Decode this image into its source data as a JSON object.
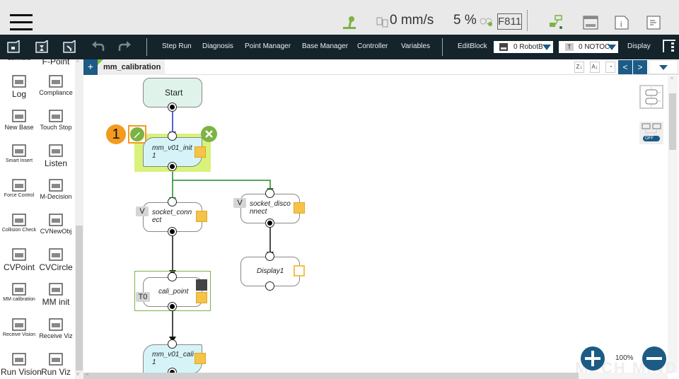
{
  "topbar": {
    "speed": "0 mm/s",
    "speed_percent": "5 %",
    "tool_code": "F811",
    "icons": [
      "menu-icon",
      "robot-arm-icon",
      "speed-icon",
      "zoom-toggle-icon",
      "connection-icon",
      "keyboard-icon",
      "info-icon",
      "log-icon"
    ]
  },
  "toolbar": {
    "items": [
      "Step Run",
      "Diagnosis",
      "Point Manager",
      "Base Manager",
      "Controller",
      "Variables"
    ],
    "edit_block": "EditBlock",
    "robot_base_select": "0 RobotB",
    "tool_select": "0 NOTOC",
    "tool_badge": "T",
    "display": "Display"
  },
  "sidebar": {
    "items": [
      {
        "label": "Command",
        "icon": "command-icon"
      },
      {
        "label": "F-Point",
        "icon": "f-point-icon"
      },
      {
        "label": "Log",
        "icon": "log-icon"
      },
      {
        "label": "Compliance",
        "icon": "compliance-icon"
      },
      {
        "label": "New Base",
        "icon": "new-base-icon"
      },
      {
        "label": "Touch Stop",
        "icon": "touch-stop-icon"
      },
      {
        "label": "Smart Insert",
        "icon": "smart-insert-icon"
      },
      {
        "label": "Listen",
        "icon": "listen-icon"
      },
      {
        "label": "Force Control",
        "icon": "force-control-icon"
      },
      {
        "label": "M-Decision",
        "icon": "m-decision-icon"
      },
      {
        "label": "Collision Check",
        "icon": "collision-check-icon"
      },
      {
        "label": "CVNewObj",
        "icon": "cv-new-obj-icon"
      },
      {
        "label": "CVPoint",
        "icon": "cv-point-icon"
      },
      {
        "label": "CVCircle",
        "icon": "cv-circle-icon"
      },
      {
        "label": "MM calibration",
        "icon": "mm-calibration-icon"
      },
      {
        "label": "MM init",
        "icon": "mm-init-icon"
      },
      {
        "label": "Receive Vision",
        "icon": "receive-vision-icon"
      },
      {
        "label": "Receive Viz",
        "icon": "receive-viz-icon"
      },
      {
        "label": "Run Vision",
        "icon": "run-vision-icon"
      },
      {
        "label": "Run Viz",
        "icon": "run-viz-icon"
      }
    ]
  },
  "tabs": {
    "add": "+",
    "active": "mm_calibration",
    "sort_az": "Z↓A",
    "sort_za": "A↓Z",
    "prev": "<",
    "next": ">"
  },
  "flow": {
    "start": "Start",
    "step_number": "1",
    "nodes": [
      {
        "name": "mm_v01_init1",
        "line1": "mm_v01_init",
        "line2": "1",
        "badge": ""
      },
      {
        "name": "socket_connect",
        "line1": "socket_conn",
        "line2": "ect",
        "badge": "V"
      },
      {
        "name": "socket_disconnect",
        "line1": "socket_disco",
        "line2": "nnect",
        "badge": "V"
      },
      {
        "name": "Display1",
        "line1": "Display1",
        "line2": "",
        "badge": ""
      },
      {
        "name": "cali_point",
        "line1": "cali_point",
        "line2": "",
        "badge": "T0"
      },
      {
        "name": "mm_v01_cali1",
        "line1": "mm_v01_cali",
        "line2": "1",
        "badge": ""
      }
    ]
  },
  "right_panel": {
    "toggle_state": "OFF",
    "zoom_level": "100%",
    "watermark": "MECH MIND"
  },
  "colors": {
    "toolbar_bg": "#15232b",
    "accent_blue": "#1c5b86",
    "selected_green": "#d9f27a",
    "edit_orange": "#f39b1e",
    "action_green": "#7cb342",
    "flow_green": "#1f8a1f",
    "flow_blue": "#1a2ccc",
    "node_cyan": "#d6f4f8",
    "start_green": "#dff3ea"
  }
}
